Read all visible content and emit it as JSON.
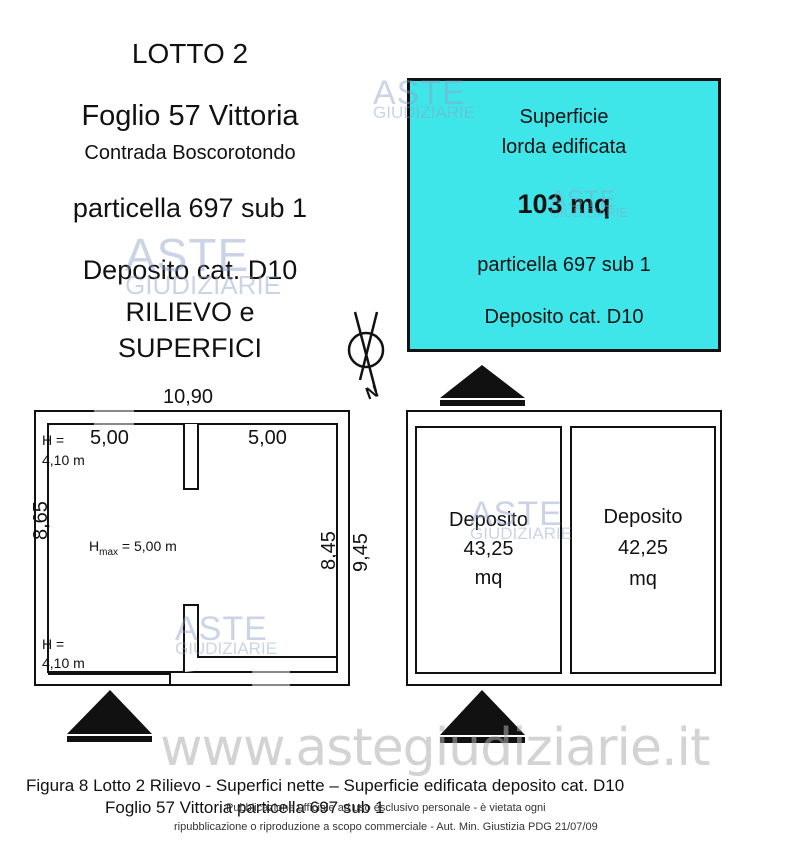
{
  "heading": {
    "lotto": "LOTTO 2",
    "foglio": "Foglio 57 Vittoria",
    "contrada": "Contrada Boscorotondo",
    "particella": "particella 697 sub 1",
    "deposito": "Deposito cat. D10",
    "rilievo": "RILIEVO e",
    "superfici": "SUPERFICI"
  },
  "summary_box": {
    "line1": "Superficie",
    "line2": "lorda edificata",
    "area": "103 mq",
    "particella": "particella 697 sub 1",
    "category": "Deposito cat. D10",
    "color": "#3fe6e9"
  },
  "north_label": "N",
  "plan": {
    "top_dim": "10,90",
    "left_room_width": "5,00",
    "right_room_width": "5,00",
    "h_top": "H =",
    "h_top_val": "4,10 m",
    "h_bottom": "H =",
    "h_bottom_val": "4,10 m",
    "hmax_h": "H",
    "hmax_sub": "max",
    "hmax_val": "= 5,00 m",
    "left_dim": "8,65",
    "inner_dim": "8,45",
    "outer_dim": "9,45"
  },
  "surfaces": {
    "room1": {
      "label": "Deposito",
      "value": "43,25",
      "unit": "mq"
    },
    "room2": {
      "label": "Deposito",
      "value": "42,25",
      "unit": "mq"
    }
  },
  "watermark": {
    "aste": "ASTE",
    "giudiziarie": "GIUDIZIARIE",
    "site": "www.astegiudiziarie.it"
  },
  "caption": {
    "line1": "Figura 8 Lotto 2 Rilievo - Superfici nette – Superficie edificata deposito cat. D10",
    "line2": "Foglio 57 Vittoria particella 697 sub 1"
  },
  "disclaimer": {
    "line1": "Pubblicazione ufficiale ad uso esclusivo personale - è vietata ogni",
    "line2": "ripubblicazione o riproduzione a scopo commerciale - Aut. Min. Giustizia PDG 21/07/09"
  }
}
